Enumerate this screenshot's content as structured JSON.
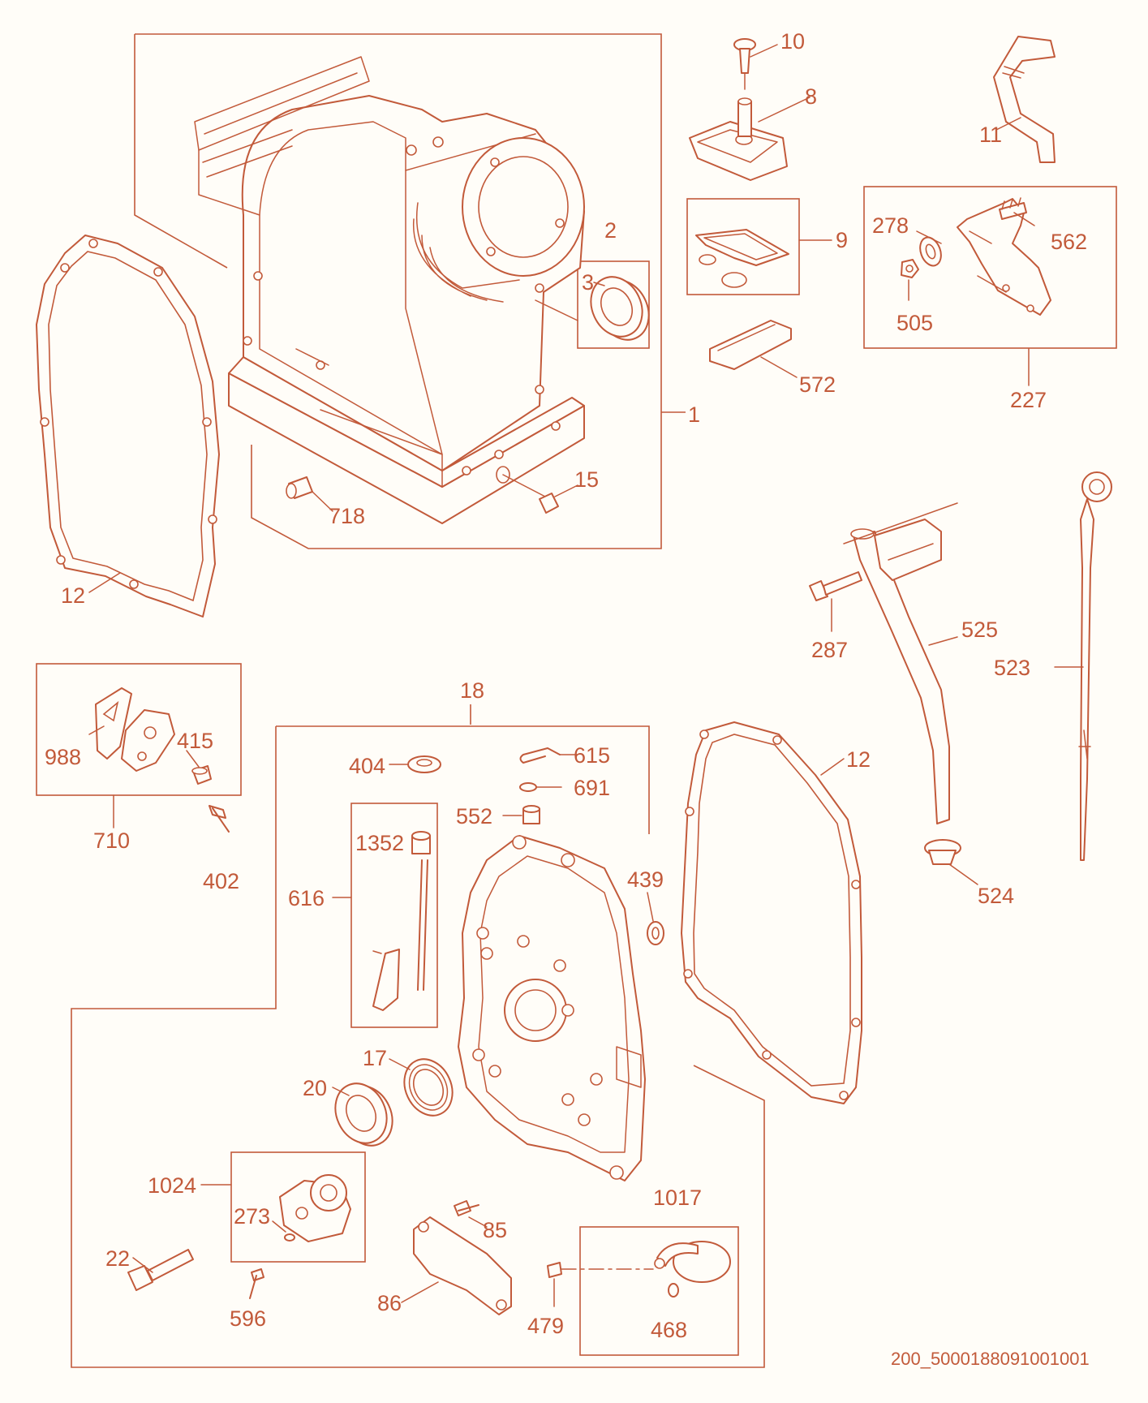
{
  "colors": {
    "ink": "#c25a3a",
    "background": "#fffdf8"
  },
  "drawing_code": "200_5000188091001001",
  "callouts": {
    "c1": "1",
    "c2": "2",
    "c3": "3",
    "c8": "8",
    "c9": "9",
    "c10": "10",
    "c11": "11",
    "c12a": "12",
    "c12b": "12",
    "c15": "15",
    "c17": "17",
    "c18": "18",
    "c20": "20",
    "c22": "22",
    "c85": "85",
    "c86": "86",
    "c227": "227",
    "c273": "273",
    "c278": "278",
    "c287": "287",
    "c402": "402",
    "c404": "404",
    "c415": "415",
    "c439": "439",
    "c468": "468",
    "c479": "479",
    "c505": "505",
    "c523": "523",
    "c524": "524",
    "c525": "525",
    "c552": "552",
    "c562": "562",
    "c572": "572",
    "c596": "596",
    "c615": "615",
    "c616": "616",
    "c691": "691",
    "c710": "710",
    "c718": "718",
    "c988": "988",
    "c1017": "1017",
    "c1024": "1024",
    "c1352": "1352"
  }
}
